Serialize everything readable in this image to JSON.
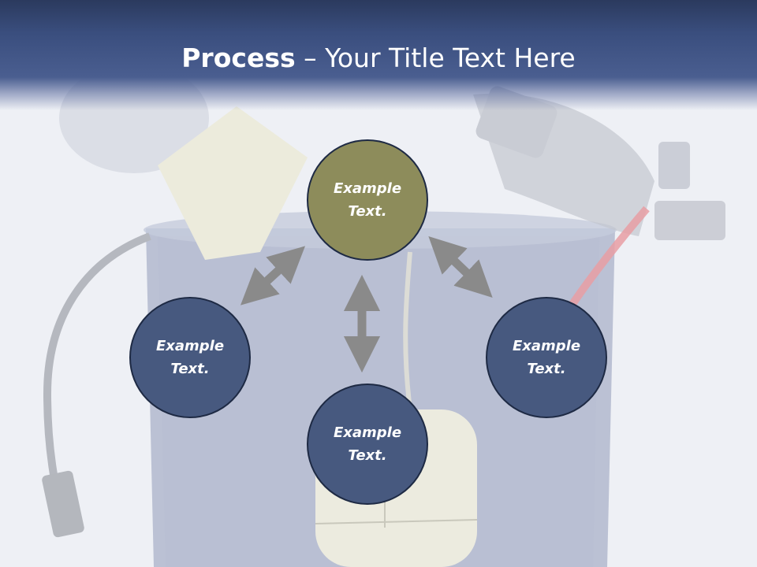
{
  "title": {
    "bold": "Process",
    "rest": " – Your Title Text Here"
  },
  "nodes": [
    {
      "text": "Example\nText."
    },
    {
      "text": "Example\nText."
    },
    {
      "text": "Example\nText."
    },
    {
      "text": "Example\nText."
    }
  ],
  "colors": {
    "title_bar": "#3a4e7e",
    "node_blue": "#47597f",
    "node_olive": "#8d8c5b",
    "arrow": "#8a8a8a"
  }
}
